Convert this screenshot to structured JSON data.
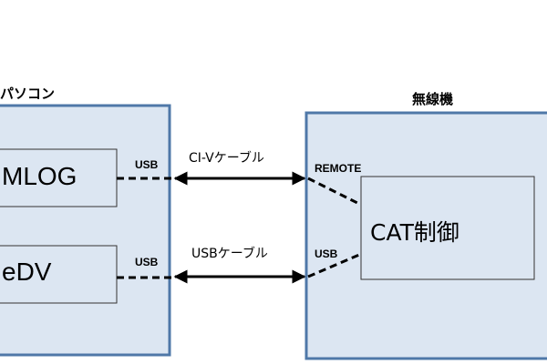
{
  "pc": {
    "title": "パソコン"
  },
  "radio": {
    "title": "無線機"
  },
  "software": {
    "mlog": "MLOG",
    "edv": "eDV"
  },
  "ports": {
    "pc_usb_top": "USB",
    "pc_usb_bottom": "USB",
    "radio_remote": "REMOTE",
    "radio_usb": "USB"
  },
  "cables": {
    "civ": "CI-Vケーブル",
    "usb": "USBケーブル"
  },
  "radio_inner": {
    "cat": "CAT制御"
  },
  "colors": {
    "box_fill": "#dce6f2",
    "box_stroke": "#4f78a8",
    "inner_fill": "#dce6f2",
    "line": "#000000"
  }
}
